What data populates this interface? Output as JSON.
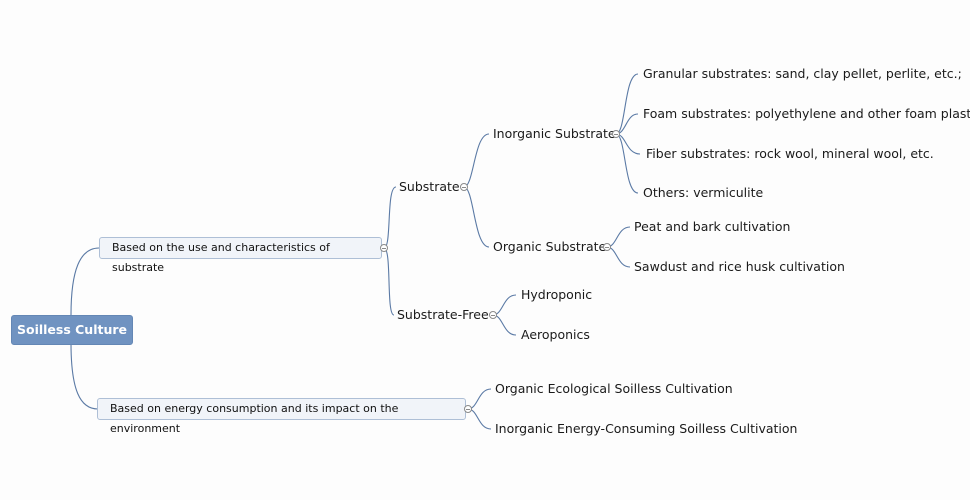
{
  "root": {
    "label": "Soilless Culture"
  },
  "branches": [
    {
      "label": "Based on the use and characteristics of substrate",
      "children": [
        {
          "label": "Substrate",
          "children": [
            {
              "label": "Inorganic Substrate",
              "children": [
                {
                  "label": "Granular substrates: sand, clay pellet, perlite, etc.;"
                },
                {
                  "label": "Foam substrates: polyethylene and other foam plastic;"
                },
                {
                  "label": "Fiber substrates: rock wool, mineral wool, etc."
                },
                {
                  "label": "Others: vermiculite"
                }
              ]
            },
            {
              "label": "Organic Substrate",
              "children": [
                {
                  "label": "Peat and bark cultivation"
                },
                {
                  "label": "Sawdust and rice husk cultivation"
                }
              ]
            }
          ]
        },
        {
          "label": "Substrate-Free",
          "children": [
            {
              "label": "Hydroponic"
            },
            {
              "label": "Aeroponics"
            }
          ]
        }
      ]
    },
    {
      "label": "Based on energy consumption and its impact on the environment",
      "children": [
        {
          "label": "Organic Ecological Soilless Cultivation"
        },
        {
          "label": "Inorganic Energy-Consuming Soilless Cultivation"
        }
      ]
    }
  ],
  "colors": {
    "root_fill": "#7093c1",
    "link": "#5b7aa5",
    "box_fill": "#f1f4f9",
    "box_border": "#aebfd6"
  }
}
